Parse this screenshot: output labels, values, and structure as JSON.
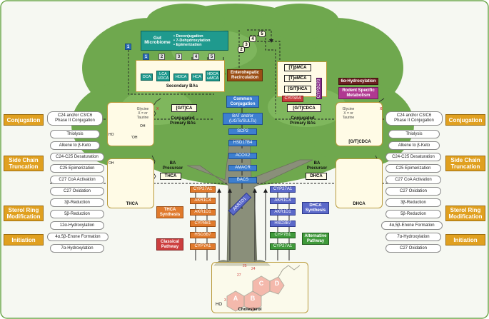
{
  "left_stages": [
    "Conjugation",
    "Side Chain\nTruncation",
    "Sterol Ring\nModification",
    "Initiation"
  ],
  "right_stages": [
    "Conjugation",
    "Side Chain\nTruncation",
    "Sterol Ring\nModification",
    "Initiation"
  ],
  "left_steps": [
    "C24 and/or C3/C6\nPhase II Conjugation",
    "Thiolysis",
    "Alkene to β-Keto",
    "C24-C25 Desaturation",
    "C25 Epimerization",
    "C27 CoA Activation",
    "C27 Oxidation",
    "3β-Reduction",
    "5β-Reduction",
    "12α-Hydroxylation",
    "4α,5β-Enone Formation",
    "7α-Hydroxylation"
  ],
  "right_steps": [
    "C24 and/or C3/C6\nPhase II Conjugation",
    "Thiolysis",
    "Alkene to β-Keto",
    "C24-C25 Desaturation",
    "C25 Epimerization",
    "C27 CoA Activation",
    "C27 Oxidation",
    "3β-Reduction",
    "5β-Reduction",
    "4α,5β-Enone Formation",
    "7α-Hydroxylation",
    "C27 Oxidation"
  ],
  "gut": {
    "title": "Gut\nMicrobiome",
    "actions": "• Deconjugation\n• 7-Dehydroxylation\n• Epimerization",
    "numbers": [
      "1",
      "2",
      "3",
      "4",
      "5"
    ],
    "products": [
      "DCA",
      "LCA\nUDCA",
      "HDCA",
      "HCA",
      "HDCA\nωMCA"
    ],
    "secondary_label": "Secondary BAs"
  },
  "center": {
    "enterohepatic": "Enterohepatic\nRecirculation",
    "common_conjugation": "Common\nConjugation",
    "bat": "BAT and/or\n(UGTs/SULTs)",
    "scp2": "SCP2",
    "hsd17b4": "HSD17B4",
    "acox2": "ACOX2",
    "amacr": "AMACR",
    "bacs": "BACS",
    "akr1d1": "AKR1D1"
  },
  "left_enzymes": [
    "CYP27A1",
    "AKR1C4",
    "AKR1D1",
    "CYP8B1",
    "HSD3B7",
    "CYP7A1"
  ],
  "right_enzymes": [
    "CYP27A1",
    "AKR1C4",
    "AKR1D1",
    "HSD3B7",
    "CYP7B1",
    "CYP27A1"
  ],
  "left_pathway": {
    "synthesis": "THCA\nSynthesis",
    "classical": "Classical\nPathway"
  },
  "right_pathway": {
    "synthesis": "DHCA\nSynthesis",
    "alternative": "Alternative\nPathway"
  },
  "left_panel": {
    "conj": "[G/T]CA",
    "glycine": "Glycine\nX = or\nTaurine",
    "conj_label": "Conjugated\nPrimary BAs",
    "precursor": "BA\nPrecursor",
    "precursor_name": "THCA",
    "name": "THCA",
    "xlabel": "X"
  },
  "right_panel": {
    "conj": "[G/T]CDCA",
    "glycine": "Glycine\nX = or\nTaurine",
    "conj_label": "Conjugated\nPrimary BAs",
    "precursor": "BA\nPrecursor",
    "precursor_name": "DHCA",
    "name": "DHCA",
    "bottom_name": "[G/T]CDCA",
    "xlabel": "X"
  },
  "mouse": {
    "bmca": "[T]βMCA",
    "amca": "[T]αMCA",
    "ghca": "[G/T]HCA",
    "cyp2c70": "CYP2C70",
    "cyp3a4": "CYP3A4",
    "hydrox": "6α-Hydroxylation",
    "rodent": "Rodent Specific\nMetabolism"
  },
  "cholesterol": {
    "name": "Cholesterol",
    "rings": [
      "A",
      "B",
      "C",
      "D"
    ],
    "nums": [
      "25",
      "24",
      "27",
      "3"
    ],
    "ho": "HO"
  },
  "structure_labels": {
    "oh": "OH",
    "ho": "HO",
    "ohp": "'OH"
  },
  "colors": {
    "tree": "#6fa84e",
    "trunk": "#8a8f7a",
    "stage": "#e0a020",
    "blue_enzyme": "#5b69c9",
    "orange_enzyme": "#e07a2c",
    "red_pathway": "#cc3e3e",
    "green_pathway": "#3f9a3a",
    "teal": "#1f9a8e",
    "purple": "#8b2f8e"
  }
}
